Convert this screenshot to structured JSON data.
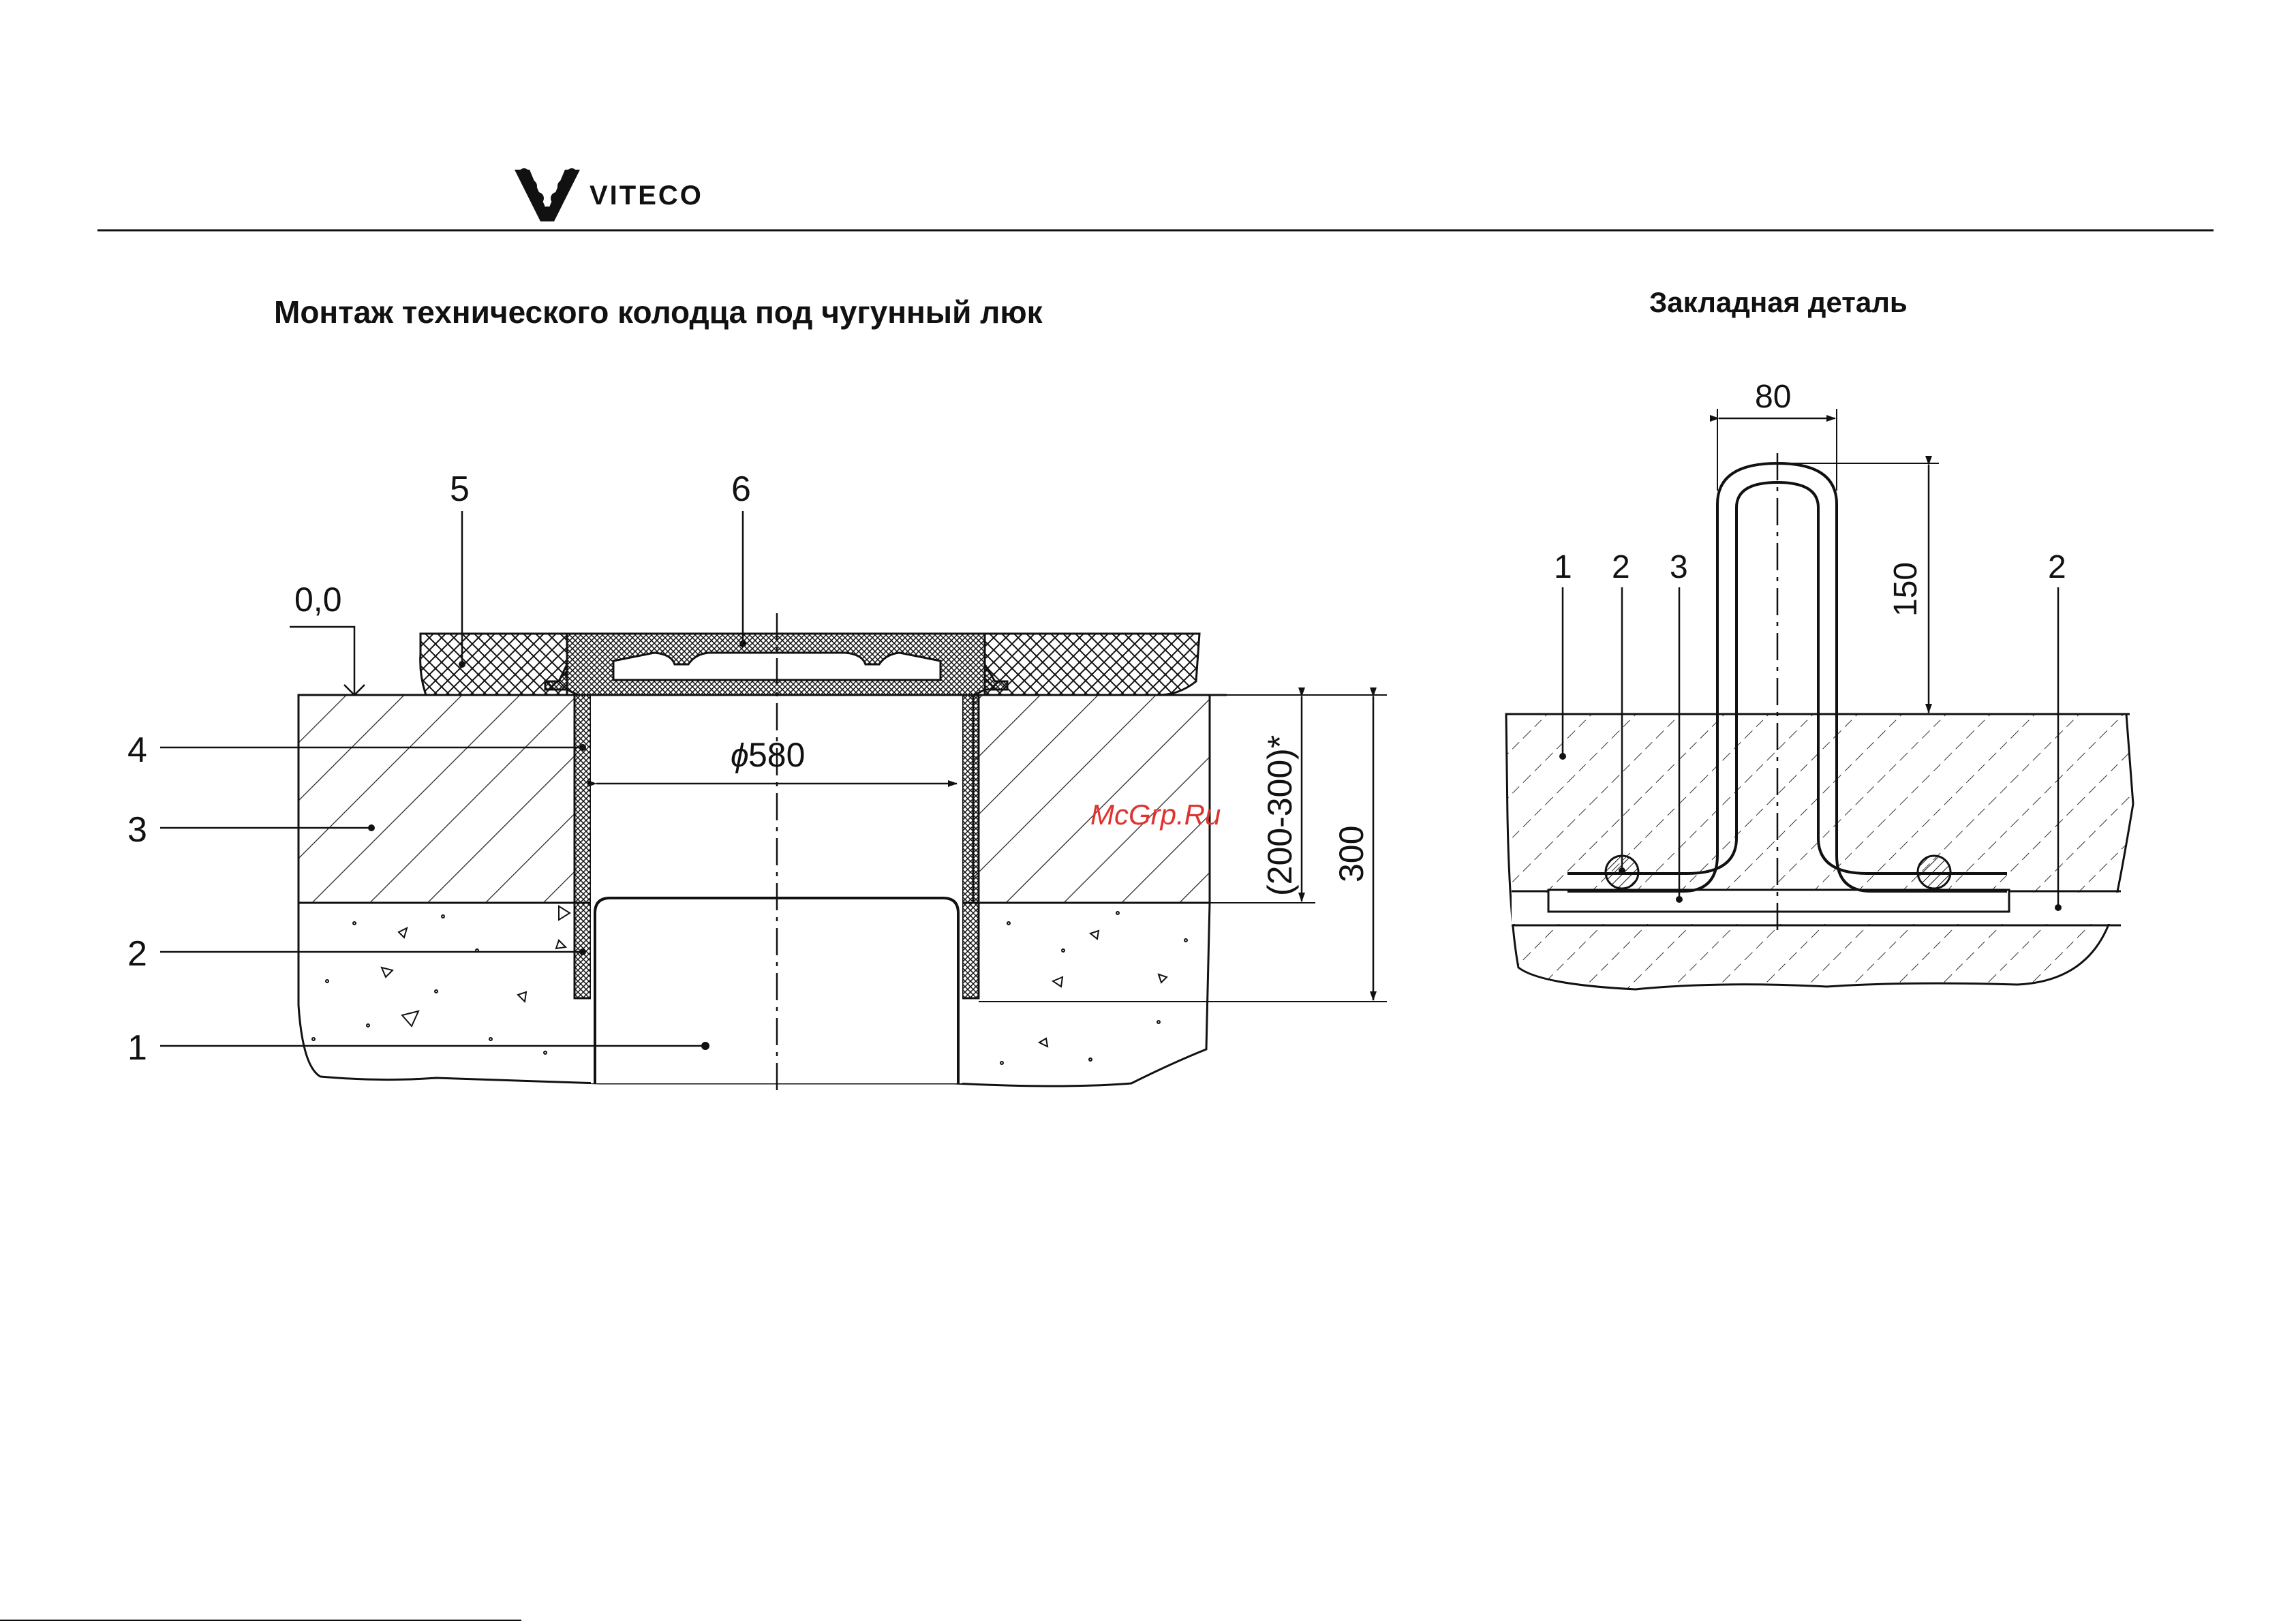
{
  "header": {
    "brand": "VITECO",
    "logo_icon": "viteco-v-logo-icon"
  },
  "main_drawing": {
    "title": "Монтаж технического колодца под чугунный люк",
    "level_mark": "0,0",
    "diameter": "580",
    "dim_range": "(200-300)*",
    "dim_height": "300",
    "callouts": [
      "1",
      "2",
      "3",
      "4",
      "5",
      "6"
    ]
  },
  "detail_drawing": {
    "title": "Закладная деталь",
    "dim_width": "80",
    "dim_height": "150",
    "callouts": [
      "1",
      "2",
      "3",
      "2"
    ]
  },
  "watermark": "McGrp.Ru",
  "colors": {
    "line": "#111111",
    "watermark": "#e0322e",
    "background": "#ffffff"
  }
}
